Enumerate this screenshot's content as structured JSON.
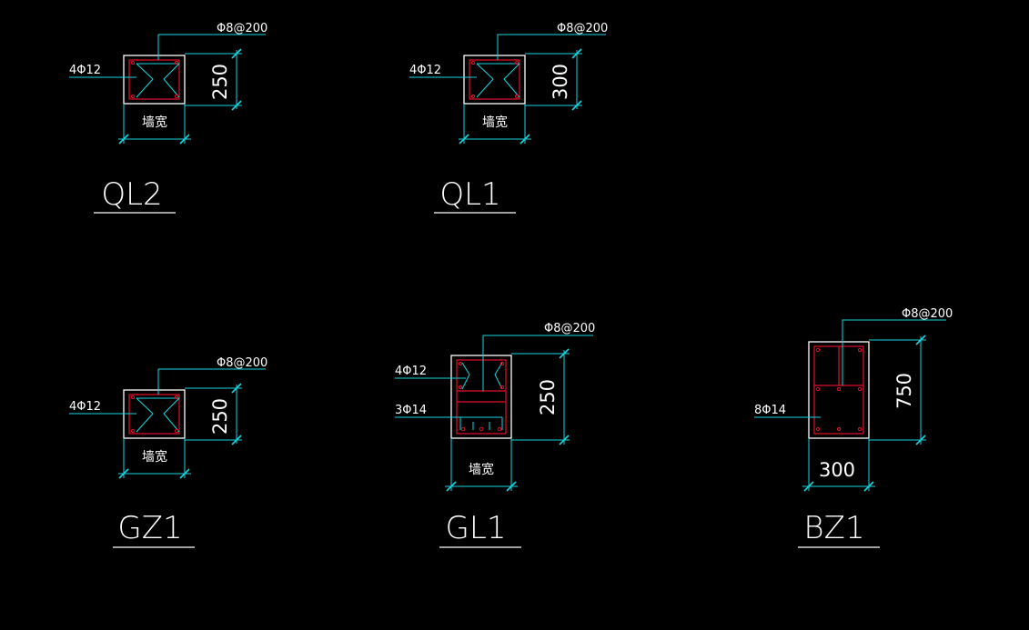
{
  "colors": {
    "background": "#000000",
    "outline": "#ffffff",
    "rebar": "#e0102a",
    "dimension": "#19d6e0"
  },
  "sections": {
    "ql2": {
      "name": "QL2",
      "stirrup": "Φ8@200",
      "main_bar": "4Φ12",
      "height": "250",
      "width": "墙宽"
    },
    "ql1": {
      "name": "QL1",
      "stirrup": "Φ8@200",
      "main_bar": "4Φ12",
      "height": "300",
      "width": "墙宽"
    },
    "gz1": {
      "name": "GZ1",
      "stirrup": "Φ8@200",
      "main_bar": "4Φ12",
      "height": "250",
      "width": "墙宽"
    },
    "gl1": {
      "name": "GL1",
      "stirrup": "Φ8@200",
      "main_bar": "4Φ12",
      "bottom_bar": "3Φ14",
      "height": "250",
      "width": "墙宽"
    },
    "bz1": {
      "name": "BZ1",
      "stirrup": "Φ8@200",
      "main_bar": "8Φ14",
      "height": "750",
      "width": "300"
    }
  }
}
